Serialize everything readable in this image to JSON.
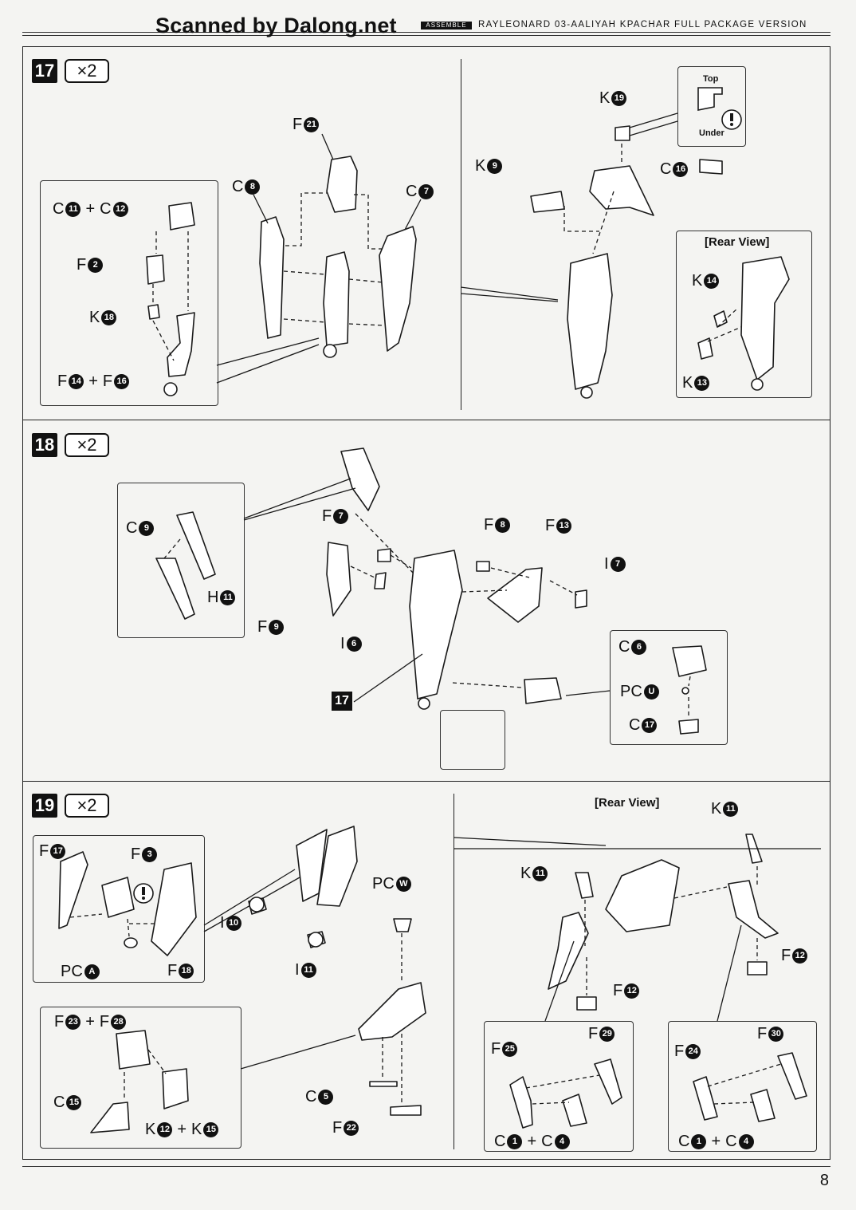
{
  "header": {
    "scan_credit": "Scanned by Dalong.net",
    "section_badge": "ASSEMBLE",
    "product_title": "RAYLEONARD 03-AALIYAH KPACHAR FULL PACKAGE VERSION"
  },
  "steps": {
    "s17": {
      "number": "17",
      "multiplier": "×2"
    },
    "s18": {
      "number": "18",
      "multiplier": "×2"
    },
    "s19": {
      "number": "19",
      "multiplier": "×2"
    }
  },
  "notes": {
    "top": "Top",
    "under": "Under",
    "rear_view": "[Rear View]",
    "ref_17": "17"
  },
  "labels": {
    "s17": [
      {
        "letter": "F",
        "num": "21"
      },
      {
        "letter": "C",
        "num": "8"
      },
      {
        "letter": "C",
        "num": "7"
      },
      {
        "letter": "C",
        "num": "11",
        "letter2": "C",
        "num2": "12"
      },
      {
        "letter": "F",
        "num": "2"
      },
      {
        "letter": "K",
        "num": "18"
      },
      {
        "letter": "F",
        "num": "14",
        "letter2": "F",
        "num2": "16"
      },
      {
        "letter": "K",
        "num": "19"
      },
      {
        "letter": "K",
        "num": "9"
      },
      {
        "letter": "C",
        "num": "16"
      },
      {
        "letter": "K",
        "num": "14"
      },
      {
        "letter": "K",
        "num": "13"
      }
    ],
    "s18": [
      {
        "letter": "C",
        "num": "9"
      },
      {
        "letter": "H",
        "num": "11"
      },
      {
        "letter": "F",
        "num": "7"
      },
      {
        "letter": "F",
        "num": "8"
      },
      {
        "letter": "F",
        "num": "13"
      },
      {
        "letter": "I",
        "num": "7"
      },
      {
        "letter": "F",
        "num": "9"
      },
      {
        "letter": "I",
        "num": "6"
      },
      {
        "letter": "C",
        "num": "6"
      },
      {
        "letter": "PC",
        "num": "U"
      },
      {
        "letter": "C",
        "num": "17"
      }
    ],
    "s19": [
      {
        "letter": "F",
        "num": "17"
      },
      {
        "letter": "F",
        "num": "3"
      },
      {
        "letter": "PC",
        "num": "A"
      },
      {
        "letter": "F",
        "num": "18"
      },
      {
        "letter": "I",
        "num": "10"
      },
      {
        "letter": "I",
        "num": "11"
      },
      {
        "letter": "PC",
        "num": "W"
      },
      {
        "letter": "F",
        "num": "23",
        "letter2": "F",
        "num2": "28"
      },
      {
        "letter": "C",
        "num": "15"
      },
      {
        "letter": "K",
        "num": "12",
        "letter2": "K",
        "num2": "15"
      },
      {
        "letter": "C",
        "num": "5"
      },
      {
        "letter": "F",
        "num": "22"
      },
      {
        "letter": "K",
        "num": "11"
      },
      {
        "letter": "K",
        "num": "11"
      },
      {
        "letter": "F",
        "num": "12"
      },
      {
        "letter": "F",
        "num": "12"
      },
      {
        "letter": "F",
        "num": "25"
      },
      {
        "letter": "F",
        "num": "29"
      },
      {
        "letter": "C",
        "num": "1",
        "letter2": "C",
        "num2": "4"
      },
      {
        "letter": "F",
        "num": "24"
      },
      {
        "letter": "F",
        "num": "30"
      },
      {
        "letter": "C",
        "num": "1",
        "letter2": "C",
        "num2": "4"
      }
    ]
  },
  "footer": {
    "page_number": "8"
  }
}
